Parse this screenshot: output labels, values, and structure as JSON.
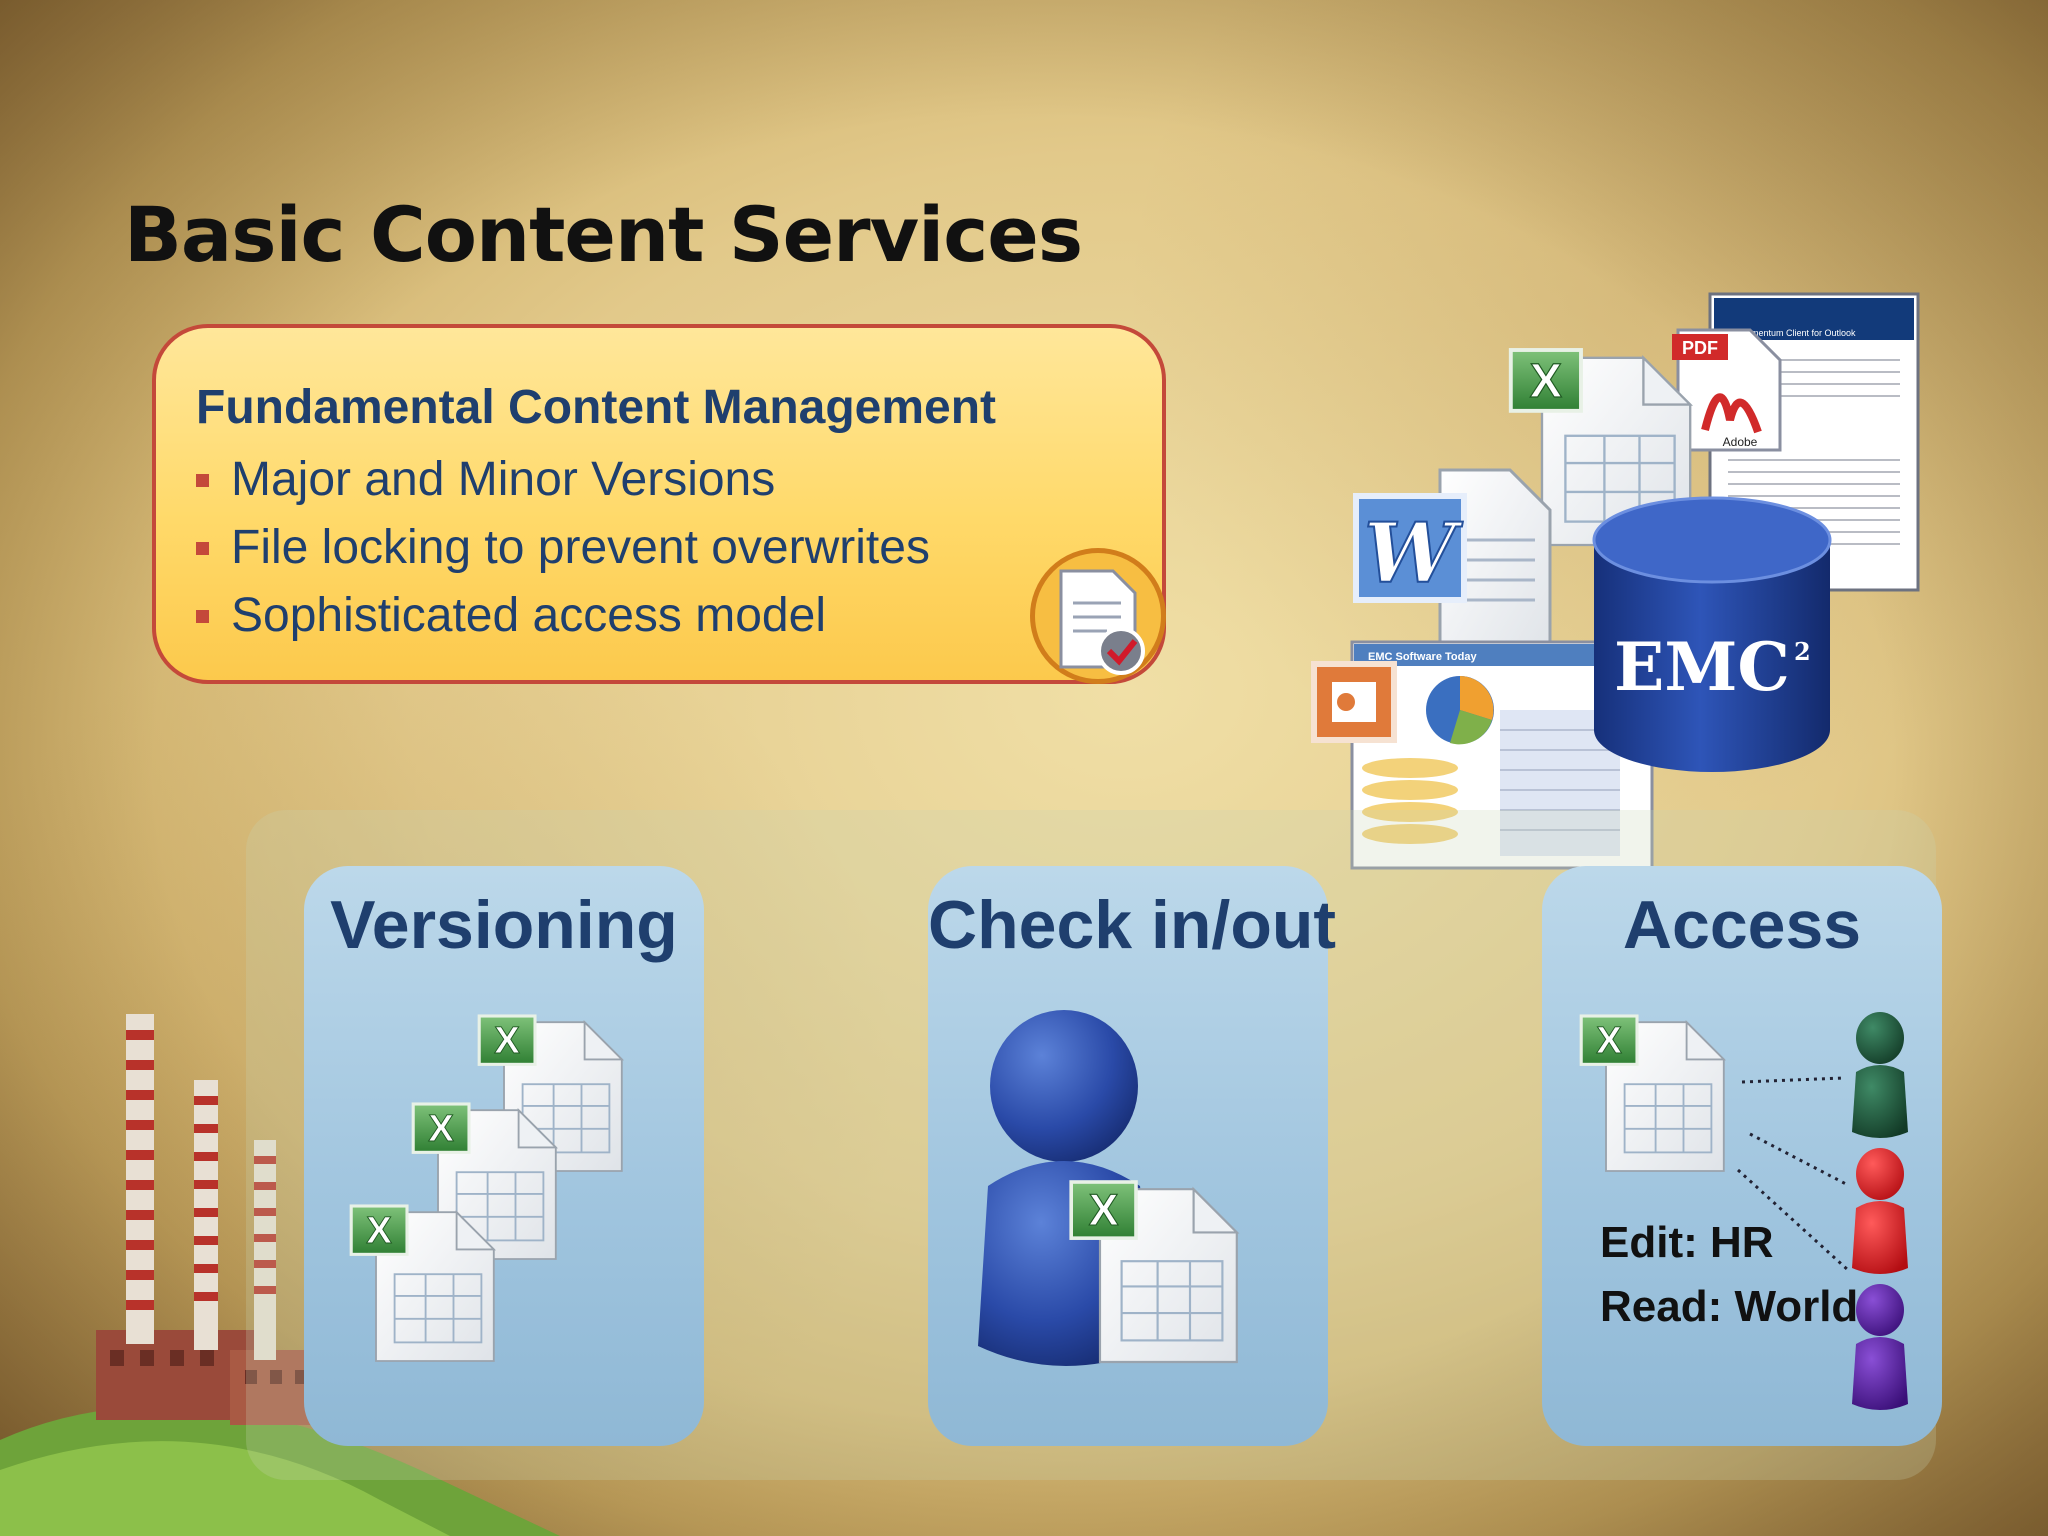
{
  "slide": {
    "title": "Basic Content Services"
  },
  "callout": {
    "heading": "Fundamental Content Management",
    "bullets": [
      "Major and Minor Versions",
      "File locking to prevent overwrites",
      "Sophisticated access model"
    ],
    "seal_icon": "document-check-icon"
  },
  "illustration": {
    "brand": "EMC",
    "brand_sup": "2",
    "pdf_label": "PDF",
    "adobe_label": "Adobe",
    "doc_header": "Documentum Client for Outlook",
    "report_header": "EMC Software Today"
  },
  "panels": {
    "versioning": {
      "title": "Versioning"
    },
    "checkinout": {
      "title": "Check in/out"
    },
    "access": {
      "title": "Access",
      "edit_text": "Edit: HR",
      "read_text": "Read: World"
    }
  },
  "colors": {
    "title_text": "#111111",
    "callout_border": "#c4493a",
    "callout_text": "#1f3f6e",
    "panel_fill": "#a9cbe2",
    "emc_blue": "#1f3f8f",
    "user_green": "#1e5a3c",
    "user_red": "#e0161c",
    "user_purple": "#5b1fa0"
  }
}
